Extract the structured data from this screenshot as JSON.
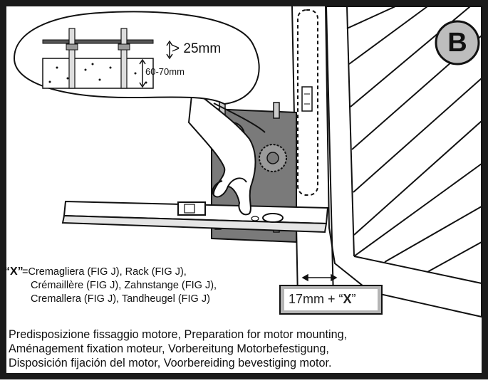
{
  "badge": {
    "letter": "B"
  },
  "dimensions": {
    "min_clearance": "> 25mm",
    "depth": "60-70mm",
    "gap_prefix": "17mm + “",
    "gap_x": "X",
    "gap_suffix": "”"
  },
  "legend": {
    "x_mark": "“X”",
    "line1": "=Cremagliera (FIG J), Rack (FIG J),",
    "line2": "Crémaillère (FIG J), Zahnstange (FIG J),",
    "line3": "Cremallera (FIG J), Tandheugel (FIG J)"
  },
  "caption": {
    "line1": "Predisposizione fissaggio motore, Preparation for motor mounting,",
    "line2": "Aménagement fixation moteur, Vorbereitung Motorbefestigung,",
    "line3": "Disposición fijación del motor, Voorbereiding bevestiging motor."
  },
  "colors": {
    "frame": "#1a1a1a",
    "plate": "#7a7a7a",
    "gap_box": "#b5b5b5",
    "badge": "#bdbdbd"
  }
}
